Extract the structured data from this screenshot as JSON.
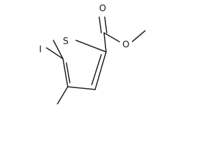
{
  "atoms": {
    "sulfur": "S",
    "iodine": "I",
    "carbonyl_oxygen": "O",
    "ester_oxygen": "O"
  },
  "colors": {
    "bond": "#1a1a1a",
    "background": "#ffffff"
  }
}
